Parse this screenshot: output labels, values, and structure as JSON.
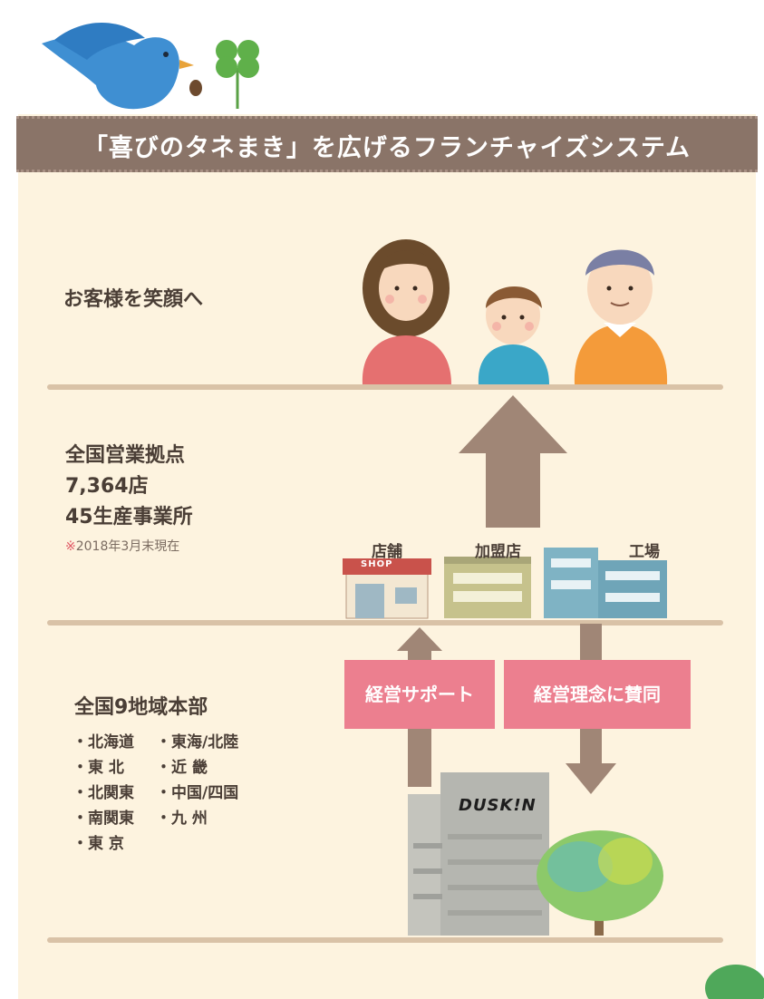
{
  "banner": {
    "title": "「喜びのタネまき」を広げるフランチャイズシステム"
  },
  "tiers": {
    "customers": {
      "label": "お客様を笑顔へ"
    },
    "bases": {
      "line1": "全国営業拠点",
      "line2": "7,364店",
      "line3": "45生産事業所",
      "note_mark": "※",
      "note": "2018年3月末現在"
    },
    "headquarters": {
      "label": "全国9地域本部",
      "regions": [
        "・北海道",
        "・東海/北陸",
        "・東 北",
        "・近 畿",
        "・北関東",
        "・中国/四国",
        "・南関東",
        "・九 州",
        "・東 京"
      ]
    }
  },
  "buildings": {
    "shop": "店舗",
    "member": "加盟店",
    "factory": "工場",
    "shop_sign": "SHOP"
  },
  "flows": {
    "support": "経営サポート",
    "agree": "経営理念に賛同"
  },
  "company": {
    "logo": "DUSK!N"
  },
  "colors": {
    "banner": "#8a7468",
    "panel": "#fdf3df",
    "arrow": "#a08676",
    "pill": "#ec7f8f",
    "shelf": "#d9c2a7"
  },
  "icons": [
    "bluebird-icon",
    "clover-icon",
    "woman-icon",
    "boy-icon",
    "grandfather-icon",
    "shop-icon",
    "store-icon",
    "factory-icon",
    "headquarters-building-icon",
    "tree-icon"
  ]
}
